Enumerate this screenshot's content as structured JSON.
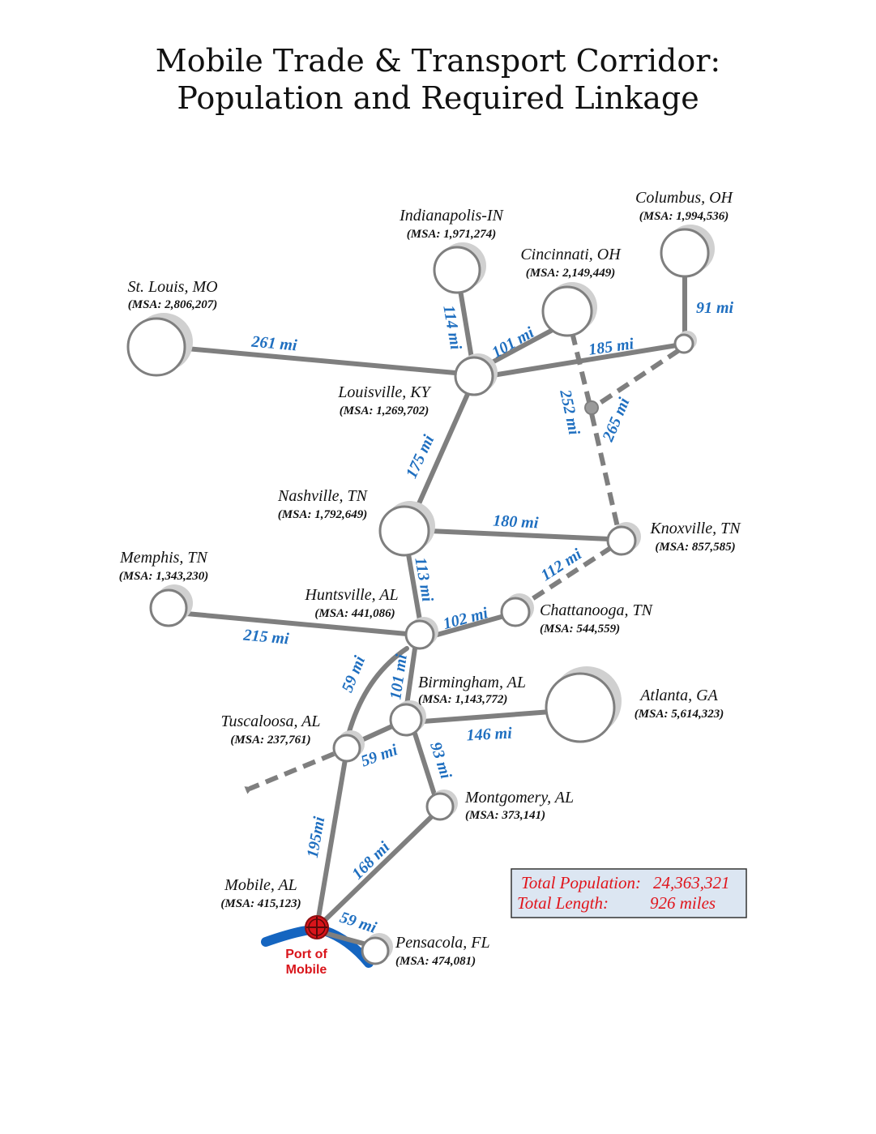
{
  "title": {
    "line1": "Mobile Trade & Transport Corridor:",
    "line2": "Population and Required Linkage"
  },
  "cities": {
    "stlouis": {
      "name": "St. Louis, MO",
      "msa": "(MSA: 2,806,207)"
    },
    "indianapolis": {
      "name": "Indianapolis-IN",
      "msa": "(MSA: 1,971,274)"
    },
    "cincinnati": {
      "name": "Cincinnati, OH",
      "msa": "(MSA: 2,149,449)"
    },
    "columbus": {
      "name": "Columbus, OH",
      "msa": "(MSA: 1,994,536)"
    },
    "louisville": {
      "name": "Louisville, KY",
      "msa": "(MSA: 1,269,702)"
    },
    "nashville": {
      "name": "Nashville, TN",
      "msa": "(MSA: 1,792,649)"
    },
    "knoxville": {
      "name": "Knoxville, TN",
      "msa": "(MSA: 857,585)"
    },
    "memphis": {
      "name": "Memphis, TN",
      "msa": "(MSA: 1,343,230)"
    },
    "huntsville": {
      "name": "Huntsville, AL",
      "msa": "(MSA: 441,086)"
    },
    "chattanooga": {
      "name": "Chattanooga, TN",
      "msa": "(MSA: 544,559)"
    },
    "birmingham": {
      "name": "Birmingham, AL",
      "msa": "(MSA: 1,143,772)"
    },
    "atlanta": {
      "name": "Atlanta, GA",
      "msa": "(MSA: 5,614,323)"
    },
    "tuscaloosa": {
      "name": "Tuscaloosa, AL",
      "msa": "(MSA: 237,761)"
    },
    "montgomery": {
      "name": "Montgomery, AL",
      "msa": "(MSA: 373,141)"
    },
    "mobile": {
      "name": "Mobile, AL",
      "msa": "(MSA: 415,123)"
    },
    "pensacola": {
      "name": "Pensacola, FL",
      "msa": "(MSA: 474,081)"
    }
  },
  "distances": {
    "stlouis_louisville": "261 mi",
    "indianapolis_louisville": "114 mi",
    "cincinnati_louisville": "101 mi",
    "columbus_louisville": "185 mi",
    "columbus_connector": "91 mi",
    "cincinnati_knoxville": "252 mi",
    "columbus_knoxville": "265 mi",
    "louisville_nashville": "175 mi",
    "nashville_knoxville": "180 mi",
    "nashville_huntsville": "113 mi",
    "knoxville_chattanooga": "112 mi",
    "huntsville_chattanooga": "102 mi",
    "memphis_huntsville": "215 mi",
    "huntsville_tuscaloosa": "59 mi",
    "huntsville_birmingham": "101 mi",
    "birmingham_atlanta": "146 mi",
    "birmingham_tuscaloosa": "59 mi",
    "birmingham_montgomery": "93 mi",
    "tuscaloosa_mobile": "195mi",
    "montgomery_mobile": "168 mi",
    "mobile_pensacola": "59 mi"
  },
  "port": {
    "line1": "Port of",
    "line2": "Mobile"
  },
  "totals": {
    "population_label": "Total Population:",
    "population_value": "24,363,321",
    "length_label": "Total Length:",
    "length_value": "926 miles"
  },
  "colors": {
    "link": "#7f7f7f",
    "distance_text": "#1f6fc0",
    "totals_text": "#e0141b",
    "totals_box": "#dce6f2",
    "water": "#1565c0",
    "port_marker": "#d9151b"
  }
}
